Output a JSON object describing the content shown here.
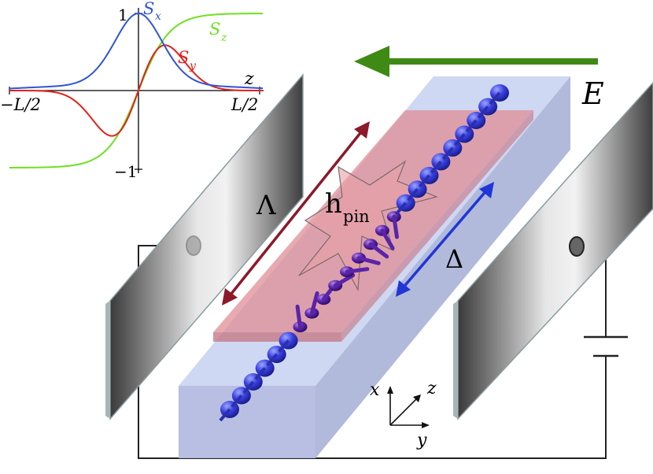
{
  "inset_plot": {
    "tick_top": "1",
    "tick_bottom": "−1",
    "x_left": "−L/2",
    "x_right": "L/2",
    "axis_var": "z",
    "curves": [
      {
        "name": "S",
        "sub": "x",
        "color": "#2f55d4"
      },
      {
        "name": "S",
        "sub": "y",
        "color": "#e0231b"
      },
      {
        "name": "S",
        "sub": "z",
        "color": "#6ee020"
      }
    ]
  },
  "labels": {
    "lambda": "Λ",
    "h": "h",
    "h_sub": "pin",
    "delta": "Δ",
    "field": "E",
    "axis_x": "x",
    "axis_y": "y",
    "axis_z": "z"
  },
  "colors": {
    "field_arrow": "#3f8a14",
    "lambda_arrow": "#8b1a2a",
    "delta_arrow": "#2136d6",
    "slab": "#c9d4f2",
    "pin_region": "#e08d96",
    "spin_dark": "#5b24a8",
    "spin_blue": "#3340d8"
  }
}
